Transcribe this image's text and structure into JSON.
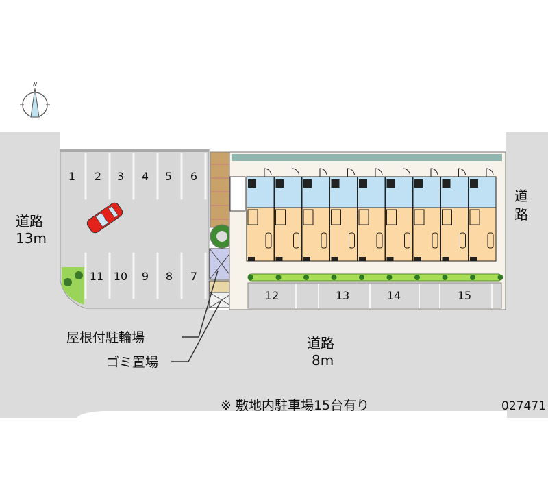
{
  "map": {
    "roads": {
      "left": {
        "name": "道路",
        "width": "13m"
      },
      "right": {
        "name_line1": "道",
        "name_line2": "路"
      },
      "bottom": {
        "name": "道路",
        "width": "8m"
      }
    },
    "parking_spaces": [
      "1",
      "2",
      "3",
      "4",
      "5",
      "6",
      "7",
      "8",
      "9",
      "10",
      "11",
      "12",
      "13",
      "14",
      "15"
    ],
    "callouts": {
      "bicycle_parking": "屋根付駐輪場",
      "garbage": "ゴミ置場"
    },
    "note": "※ 敷地内駐車場15台有り",
    "property_id": "027471",
    "compass": "N",
    "colors": {
      "road": "#dcdcdc",
      "lot": "#d7d7d7",
      "room": "#fcd9a4",
      "wet": "#bfe1f3",
      "green": "#8fd14f",
      "car": "#e3221b",
      "roof": "#8fb7b0"
    }
  }
}
